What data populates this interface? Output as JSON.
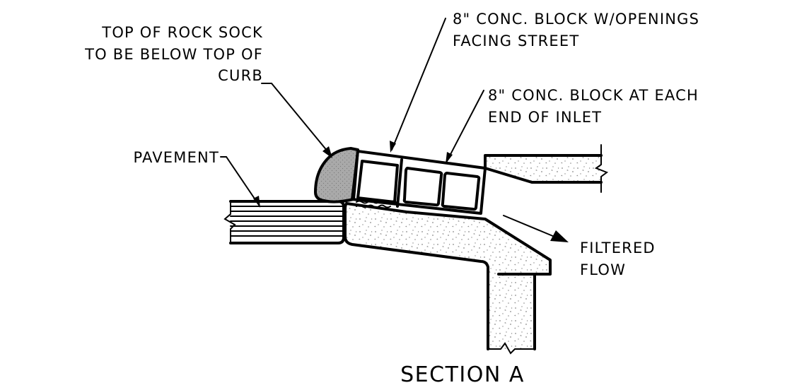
{
  "labels": {
    "rock_sock_line1": "TOP OF ROCK SOCK",
    "rock_sock_line2": "TO BE BELOW TOP OF",
    "rock_sock_line3": "CURB",
    "block_openings_line1": "8\" CONC. BLOCK W/OPENINGS",
    "block_openings_line2": "FACING STREET",
    "block_end_line1": "8\" CONC. BLOCK AT EACH",
    "block_end_line2": "END OF INLET",
    "pavement": "PAVEMENT",
    "filtered_flow_line1": "FILTERED",
    "filtered_flow_line2": "FLOW"
  },
  "title": "SECTION A",
  "colors": {
    "line": "#000000",
    "rock_sock_fill": "#a9a9a9",
    "concrete_fill": "#ffffff",
    "aggregate_dots": "#8a8a8a"
  }
}
